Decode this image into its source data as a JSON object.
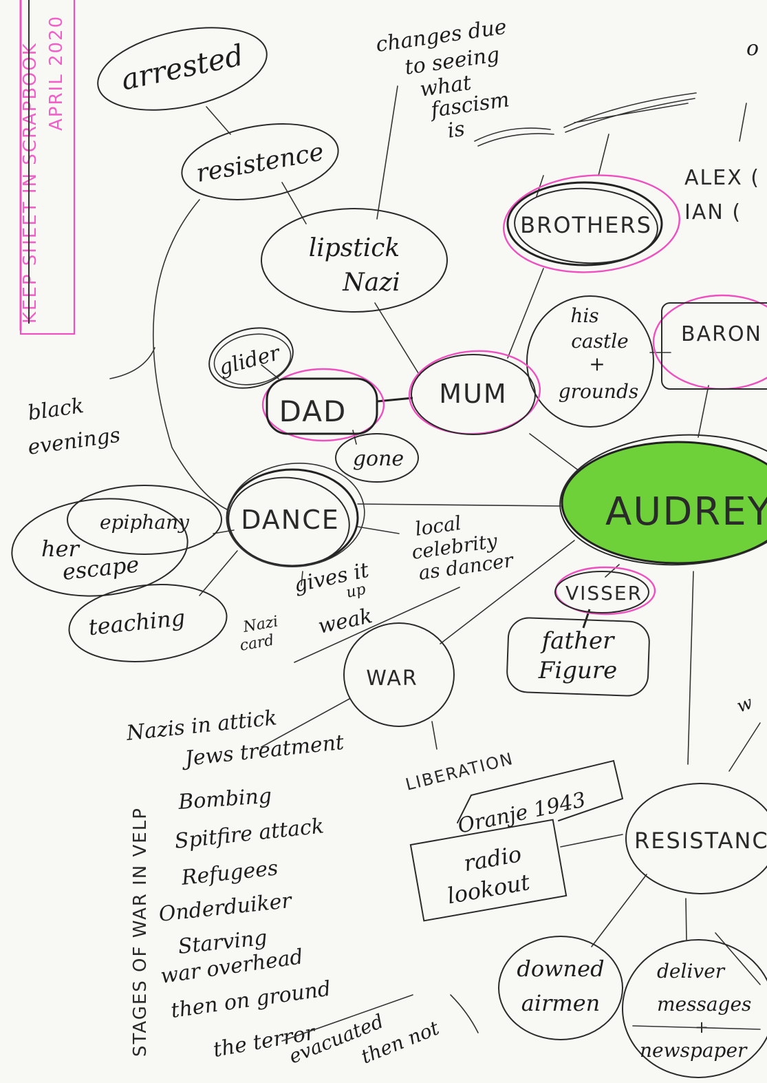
{
  "colors": {
    "ink": "#2a2a2a",
    "pink": "#ef4fbf",
    "green": "#6ed13a",
    "paper": "#f8f8f4"
  },
  "margin_note": {
    "line1": "KEEP SHEET IN SCRAPBOOK",
    "line2": "APRIL 2020"
  },
  "top_note": {
    "line1": "changes due",
    "line2": "to seeing",
    "line3": "what",
    "line4": "fascism",
    "line5": "is",
    "edge": "o"
  },
  "nodes": {
    "arrested": "arrested",
    "resistence": "resistence",
    "lipstick_1": "lipstick",
    "lipstick_2": "Nazi",
    "brothers": "BROTHERS",
    "alex": "ALEX (",
    "ian": "IAN (",
    "castle_1": "his",
    "castle_2": "castle",
    "castle_3": "+",
    "castle_4": "grounds",
    "baron": "BARON",
    "glider": "glider",
    "dad": "DAD",
    "mum": "MUM",
    "gone": "gone",
    "black_1": "black",
    "black_2": "evenings",
    "audrey": "AUDREY",
    "dance": "DANCE",
    "epiphany": "epiphany",
    "escape_1": "her",
    "escape_2": "escape",
    "celebrity_1": "local",
    "celebrity_2": "celebrity",
    "celebrity_3": "as dancer",
    "gives_1": "gives it",
    "gives_2": "up",
    "gives_3": "weak",
    "nazi_card_1": "Nazi",
    "nazi_card_2": "card",
    "teaching": "teaching",
    "visser": "VISSER",
    "father_1": "father",
    "father_2": "Figure",
    "war": "WAR",
    "liberation": "LIBERATION",
    "oranje": "Oranje 1943",
    "radio_1": "radio",
    "radio_2": "lookout",
    "resistance": "RESISTANC",
    "downed_1": "downed",
    "downed_2": "airmen",
    "deliver_1": "deliver",
    "deliver_2": "messages",
    "deliver_3": "+",
    "deliver_4": "newspaper",
    "edge_w": "w"
  },
  "war_list": {
    "items": [
      "Nazis in attick",
      "Jews treatment",
      "Bombing",
      "Spitfire attack",
      "Refugees",
      "Onderduiker",
      "Starving",
      "war overhead",
      "then on ground",
      "the terror",
      "evacuated",
      "then not"
    ]
  },
  "side_note": "STAGES OF WAR IN VELP"
}
